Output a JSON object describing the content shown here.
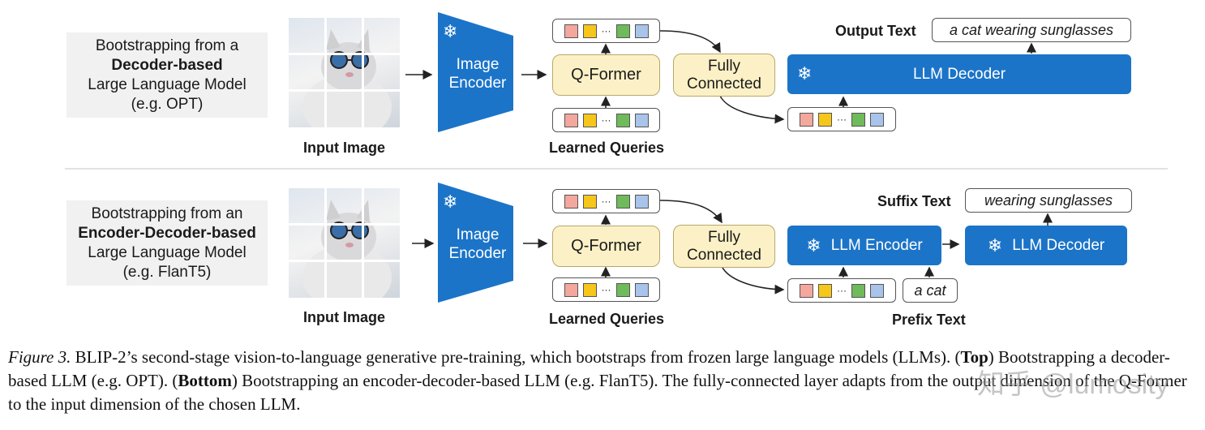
{
  "colors": {
    "llm_blue": "#1b74c8",
    "qformer_yellow": "#fcf1c6",
    "token_red": "#f4a79d",
    "token_yellow": "#f6c71a",
    "token_green": "#6fba5a",
    "token_blue": "#a9c4ea"
  },
  "icons": {
    "frozen": "snowflake-icon"
  },
  "top": {
    "desc_line1": "Bootstrapping from a",
    "desc_line2": "Decoder-based",
    "desc_line3": "Large Language Model",
    "desc_line4": "(e.g. OPT)",
    "input_image_label": "Input Image",
    "image_encoder_line1": "Image",
    "image_encoder_line2": "Encoder",
    "qformer": "Q-Former",
    "learned_queries_label": "Learned Queries",
    "fc_line1": "Fully",
    "fc_line2": "Connected",
    "llm_decoder": "LLM Decoder",
    "output_text_label": "Output Text",
    "output_text": "a cat wearing sunglasses",
    "token_dots": "···"
  },
  "bottom": {
    "desc_line1": "Bootstrapping from an",
    "desc_line2": "Encoder-Decoder-based",
    "desc_line3": "Large Language Model",
    "desc_line4": "(e.g. FlanT5)",
    "input_image_label": "Input Image",
    "image_encoder_line1": "Image",
    "image_encoder_line2": "Encoder",
    "qformer": "Q-Former",
    "learned_queries_label": "Learned Queries",
    "fc_line1": "Fully",
    "fc_line2": "Connected",
    "llm_encoder": "LLM Encoder",
    "llm_decoder": "LLM Decoder",
    "suffix_text_label": "Suffix Text",
    "suffix_text": "wearing sunglasses",
    "prefix_text_label": "Prefix Text",
    "prefix_text": "a cat",
    "token_dots": "···"
  },
  "caption": {
    "figure_label": "Figure 3.",
    "part1": " BLIP-2’s second-stage vision-to-language generative pre-training, which bootstraps from frozen large language models (LLMs). (",
    "top_word": "Top",
    "part2": ") Bootstrapping a decoder-based LLM (e.g.  OPT). (",
    "bottom_word": "Bottom",
    "part3": ") Bootstrapping an encoder-decoder-based LLM (e.g. FlanT5). The fully-connected layer adapts from the output dimension of the Q-Former to the input dimension of the chosen LLM."
  },
  "watermark": "知乎 @lumosity"
}
